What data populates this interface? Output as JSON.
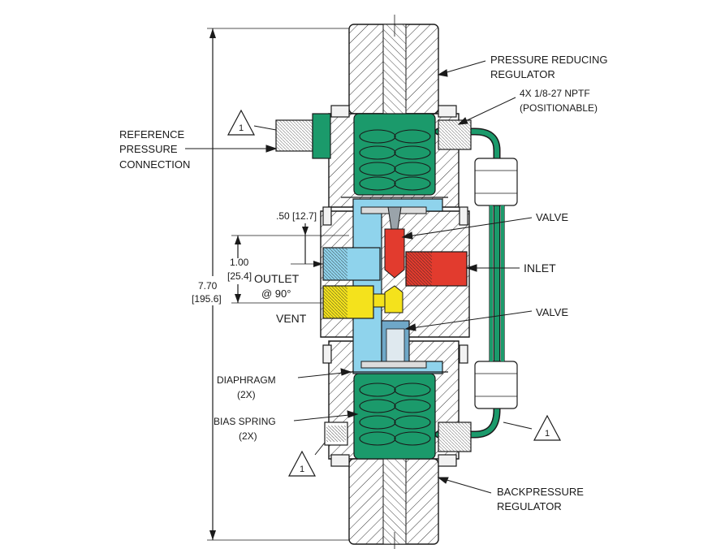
{
  "labels": {
    "pressure_reducing_1": "PRESSURE REDUCING",
    "pressure_reducing_2": "REGULATOR",
    "nptf_1": "4X 1/8-27 NPTF",
    "nptf_2": "(POSITIONABLE)",
    "reference_1": "REFERENCE",
    "reference_2": "PRESSURE",
    "reference_3": "CONNECTION",
    "valve_top": "VALVE",
    "valve_bottom": "VALVE",
    "inlet": "INLET",
    "outlet_1": "OUTLET",
    "outlet_2": "@ 90°",
    "vent": "VENT",
    "diaphragm_1": "DIAPHRAGM",
    "diaphragm_2": "(2X)",
    "bias_spring_1": "BIAS SPRING",
    "bias_spring_2": "(2X)",
    "backpressure_1": "BACKPRESSURE",
    "backpressure_2": "REGULATOR"
  },
  "dimensions": {
    "dim_050": ".50 [12.7]",
    "dim_100_1": "1.00",
    "dim_100_2": "[25.4]",
    "dim_770_1": "7.70",
    "dim_770_2": "[195.6]"
  },
  "notes": {
    "flag_1": "1",
    "flag_2": "1",
    "flag_3": "1"
  },
  "colors": {
    "spring_chamber": "#1b9a6b",
    "outlet": "#8fd3ec",
    "inlet": "#e23b2e",
    "vent": "#f4e21c",
    "tube": "#1b9a6b"
  }
}
